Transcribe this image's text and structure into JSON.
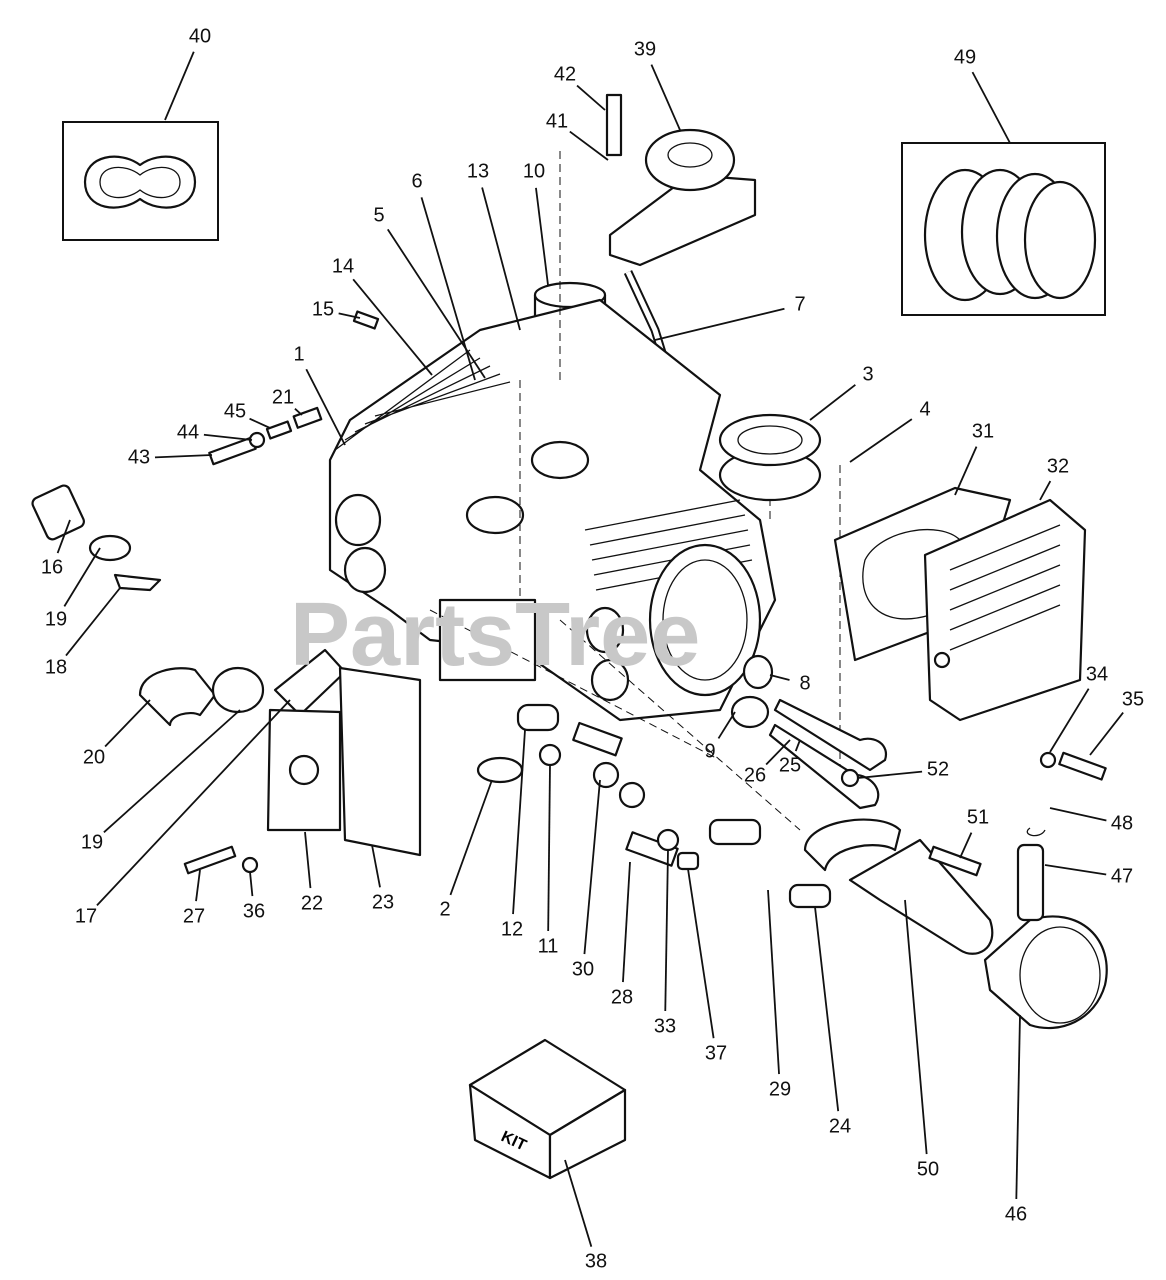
{
  "watermark": "PartsTree",
  "kit_label": "KIT",
  "labels": [
    "40",
    "39",
    "42",
    "41",
    "49",
    "6",
    "13",
    "10",
    "14",
    "5",
    "15",
    "7",
    "1",
    "21",
    "45",
    "44",
    "43",
    "3",
    "4",
    "31",
    "32",
    "16",
    "19",
    "18",
    "20",
    "19",
    "17",
    "27",
    "36",
    "22",
    "23",
    "2",
    "12",
    "11",
    "30",
    "28",
    "33",
    "37",
    "29",
    "24",
    "50",
    "46",
    "38",
    "8",
    "9",
    "26",
    "25",
    "52",
    "48",
    "47",
    "51",
    "34",
    "35"
  ]
}
